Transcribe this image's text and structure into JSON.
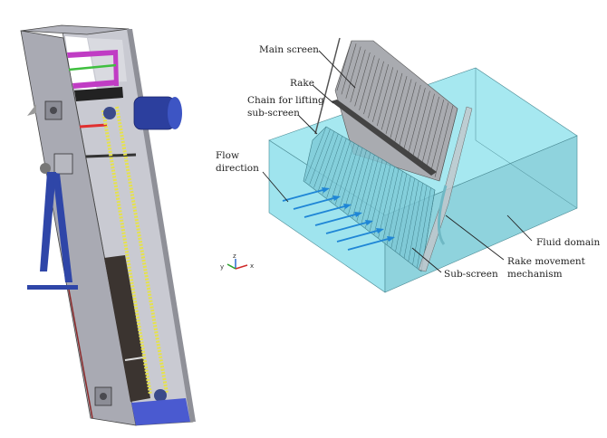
{
  "labels": {
    "main_screen": "Main screen",
    "rake": "Rake",
    "chain_line1": "Chain for lifting",
    "chain_line2": "sub-screen",
    "flow_line1": "Flow",
    "flow_line2": "direction",
    "fluid_domain": "Fluid domain",
    "rake_mech_line1": "Rake movement",
    "rake_mech_line2": "mechanism",
    "sub_screen": "Sub-screen"
  },
  "axes": {
    "x": "x",
    "y": "y",
    "z": "z"
  },
  "colors": {
    "fluid": "#8fdde8",
    "machine_grey": "#a9aab3",
    "stand_blue": "#2f46a8",
    "chain_yellow": "#e6e24a",
    "arrow_blue": "#1f86d6"
  }
}
